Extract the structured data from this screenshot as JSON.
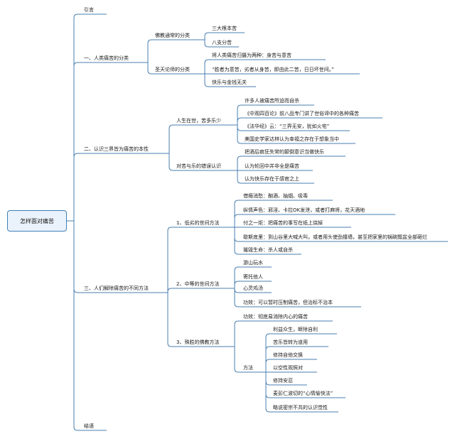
{
  "root": "怎样面对痛苦",
  "branches": {
    "intro": "引言",
    "b1": {
      "label": "一、人类痛苦的分类",
      "sub1": {
        "label": "佛教通常的分类",
        "items": [
          "三大根本苦",
          "八支分苦"
        ]
      },
      "sub2": {
        "label": "圣天论师的分类",
        "items": [
          "将人类痛苦归摄为两种：身苦与意苦",
          "“胜者为意苦，劣者从身苦，即由此二苦，日日坏世间。”",
          "快乐与金钱无关"
        ]
      }
    },
    "b2": {
      "label": "二、认识三界皆为痛苦的本性",
      "sub1": {
        "label": "人生在世，苦多乐少",
        "items": [
          "许多人被痛苦所迫而自杀",
          "《中观四百论》前八品专门讲了世俗谛中的各种痛苦",
          "《法华经》云：“三界无安，犹如火宅”",
          "美国史学家达林认为幸福之存在于想象当中"
        ]
      },
      "sub2": {
        "label": "对苦与乐的错误认识",
        "items": [
          "把酒后疯狂失常的颠倒意识当做快乐",
          "认为轮回中并非全是痛苦",
          "认为快乐存在于感官之上"
        ]
      }
    },
    "b3": {
      "label": "三、人们解除痛苦的不同方法",
      "sub1": {
        "label": "1、低劣的世间方法",
        "items": [
          "借瘾消愁：酗酒、抽烟、吸毒",
          "纵情声色：邪淫、卡拉OK发泄，或者打麻将，花天酒地",
          "付之一炬：把痛苦的事写在纸上烧掉",
          "歇斯底里：到山谷里大喊大叫，或者用头使劲撞墙，甚至把家里的锅碗瓢盆全部砸烂",
          "摧毁生命：杀人或自杀"
        ]
      },
      "sub2": {
        "label": "2、中等的世间方法",
        "items": [
          "游山玩水",
          "寄托他人",
          "心灵鸡汤",
          "功效：可以暂时压制痛苦，但治标不治本"
        ]
      },
      "sub3": {
        "label": "3、殊胜的佛教方法",
        "effect": "功效：彻底易消除内心的痛苦",
        "method": {
          "label": "方法",
          "items": [
            "利益众生，断除自利",
            "苦乐皆转为道用",
            "修持自他交换",
            "以空性观照对",
            "修持安忍",
            "麦彭仁波切的“心情愉快法”",
            "略说密宗不共的认识觉性"
          ]
        }
      }
    },
    "conclusion": "结语"
  },
  "colors": {
    "line": "#4a7fb0",
    "root_fill": "#eaf2fb"
  }
}
